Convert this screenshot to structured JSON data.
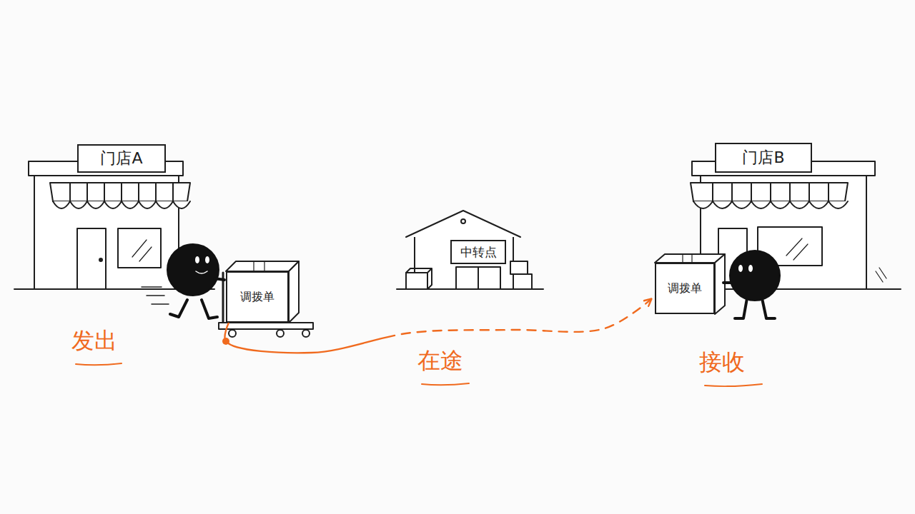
{
  "diagram": {
    "nodes": [
      {
        "text": [
          "门店A"
        ]
      },
      {
        "text": [
          "调拨单"
        ]
      },
      {
        "text": [
          "中转点"
        ]
      },
      {
        "text": [
          "调拨单"
        ]
      },
      {
        "text": [
          "门店B"
        ]
      }
    ],
    "edges": [
      {
        "from": 1,
        "to": 3,
        "arrow": "to",
        "label": "在途"
      }
    ],
    "labels": [
      "发出",
      "接收"
    ]
  }
}
